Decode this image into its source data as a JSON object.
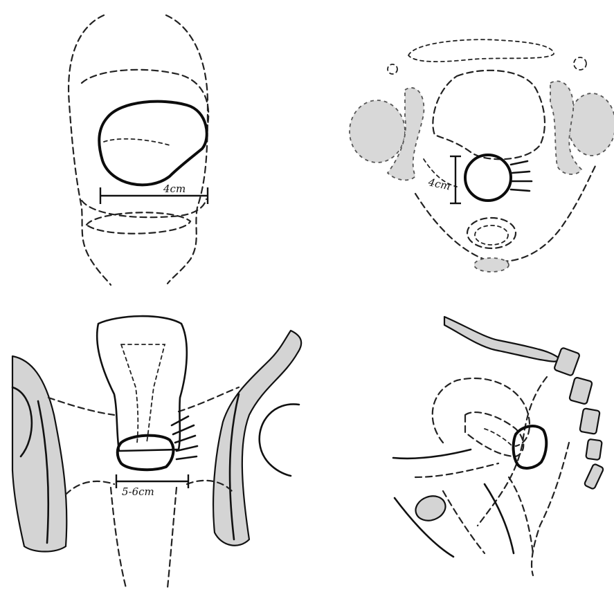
{
  "panels": [
    {
      "id": "coronal-view",
      "measurement_label": "4cm"
    },
    {
      "id": "axial-view",
      "measurement_label": "4cm"
    },
    {
      "id": "pelvic-view",
      "measurement_label": "5-6cm"
    },
    {
      "id": "sagittal-view",
      "measurement_label": ""
    }
  ]
}
